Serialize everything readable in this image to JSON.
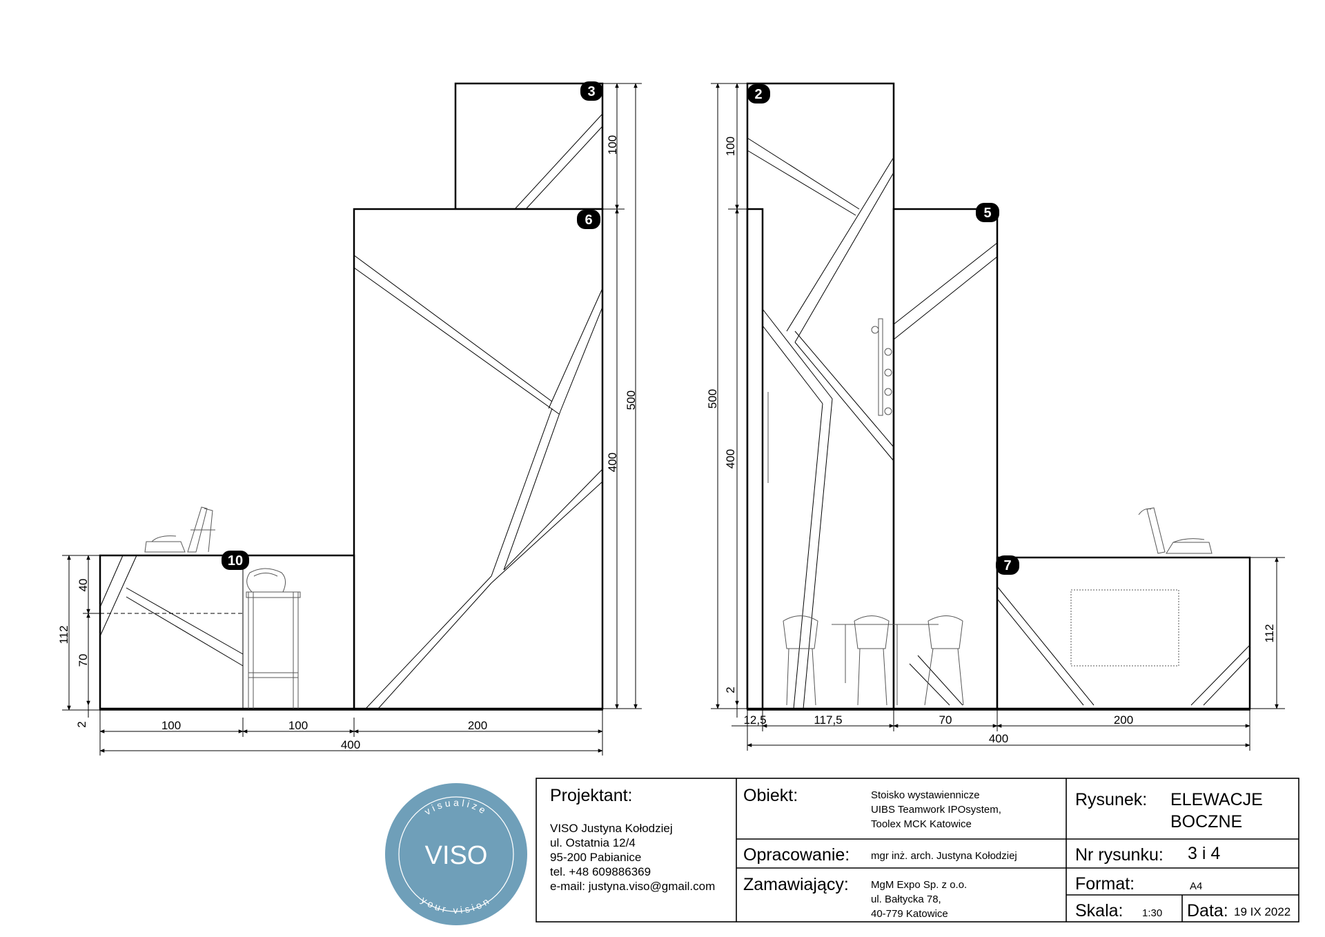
{
  "elevation_left": {
    "badges": [
      "3",
      "6",
      "10"
    ],
    "dims_right": [
      "100",
      "500",
      "400"
    ],
    "dims_left": [
      "112",
      "40",
      "70",
      "2"
    ],
    "dims_bottom": [
      "100",
      "100",
      "200"
    ],
    "dim_total": "400"
  },
  "elevation_right": {
    "badges": [
      "2",
      "5",
      "7"
    ],
    "dims_left": [
      "100",
      "500",
      "400",
      "2"
    ],
    "dims_right": [
      "112"
    ],
    "dims_bottom": [
      "12,5",
      "117,5",
      "70",
      "200"
    ],
    "dim_total": "400"
  },
  "logo": {
    "text": "VISO",
    "arc_top": "visualize",
    "arc_bottom": "your vision",
    "color": "#6f9fb9"
  },
  "title_block": {
    "designer_label": "Projektant:",
    "designer_lines": [
      "VISO Justyna Kołodziej",
      "ul. Ostatnia 12/4",
      "95-200 Pabianice",
      "tel. +48 609886369",
      "e-mail: justyna.viso@gmail.com"
    ],
    "object_label": "Obiekt:",
    "object_lines": [
      "Stoisko wystawiennicze",
      "UIBS Teamwork IPOsystem,",
      "Toolex MCK Katowice"
    ],
    "prepared_label": "Opracowanie:",
    "prepared_value": "mgr inż. arch. Justyna Kołodziej",
    "client_label": "Zamawiający:",
    "client_lines": [
      "MgM Expo Sp. z o.o.",
      "ul. Bałtycka 78,",
      "40-779 Katowice"
    ],
    "drawing_label": "Rysunek:",
    "drawing_lines": [
      "ELEWACJE",
      "BOCZNE"
    ],
    "number_label": "Nr rysunku:",
    "number_value": "3 i 4",
    "format_label": "Format:",
    "format_value": "A4",
    "scale_label": "Skala:",
    "scale_value": "1:30",
    "date_label": "Data:",
    "date_value": "19 IX 2022"
  }
}
